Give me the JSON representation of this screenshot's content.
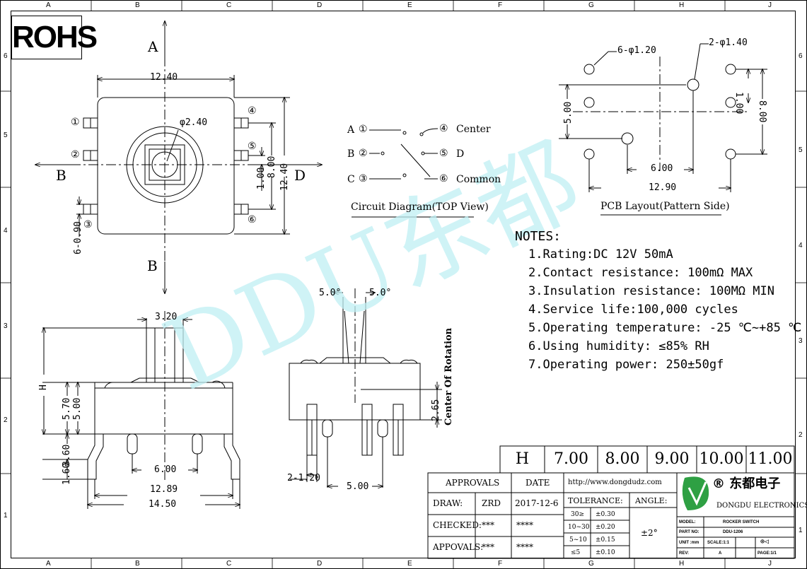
{
  "rohs": "ROHS",
  "border": {
    "cols": [
      "A",
      "B",
      "C",
      "D",
      "E",
      "F",
      "G",
      "H",
      "J"
    ],
    "rows": [
      "6",
      "5",
      "4",
      "3",
      "2",
      "1"
    ]
  },
  "watermark": "DDU东都",
  "view_top": {
    "arrow_a": "A",
    "arrow_b_bottom": "B",
    "arrow_b_left": "B",
    "arrow_d": "D",
    "dim_width": "12.40",
    "dim_height": "12.40",
    "dim_800": "8.00",
    "dim_100": "1.00",
    "dim_hole": "φ2.40",
    "dim_pins": "6-0.90",
    "pins": [
      "①",
      "②",
      "③",
      "④",
      "⑤",
      "⑥"
    ]
  },
  "circuit": {
    "title": "Circuit Diagram(TOP View)",
    "left_labels": [
      "A",
      "B",
      "C"
    ],
    "left_nums": [
      "①",
      "②",
      "③"
    ],
    "right_nums": [
      "④",
      "⑤",
      "⑥"
    ],
    "right_labels": [
      "Center",
      "D",
      "Common"
    ]
  },
  "pcb": {
    "title": "PCB Layout(Pattern Side)",
    "dim_holes6": "6-φ1.20",
    "dim_holes2": "2-φ1.40",
    "dim_500": "5.00",
    "dim_100": "1.00",
    "dim_800": "8.00",
    "dim_600": "6.00",
    "dim_1290": "12.90"
  },
  "notes": {
    "title": "NOTES:",
    "items": [
      "1.Rating:DC 12V 50mA",
      "2.Contact resistance: 100mΩ MAX",
      "3.Insulation resistance: 100MΩ MIN",
      "4.Service life:100,000 cycles",
      "5.Operating temperature: -25 ℃~+85 ℃",
      "6.Using humidity: ≤85% RH",
      "7.Operating power: 250±50gf"
    ]
  },
  "view_front": {
    "dim_320": "3.20",
    "dim_h": "H",
    "dim_570": "5.70",
    "dim_500": "5.00",
    "dim_360": "3.60",
    "dim_160": "1.60",
    "dim_600": "6.00",
    "dim_1289": "12.89",
    "dim_1450": "14.50"
  },
  "view_side": {
    "angle_left": "5.0°",
    "angle_right": "5.0°",
    "center_rotation": "Center Of Rotation",
    "dim_265": "2.65",
    "dim_pins": "2-1.20",
    "dim_500": "5.00"
  },
  "h_table": {
    "label": "H",
    "values": [
      "7.00",
      "8.00",
      "9.00",
      "10.00",
      "11.00"
    ]
  },
  "title_block": {
    "approvals_header": "APPROVALS",
    "date_header": "DATE",
    "draw_label": "DRAW:",
    "draw_name": "ZRD",
    "draw_date": "2017-12-6",
    "checked_label": "CHECKED:",
    "checked_name": "***",
    "checked_date": "****",
    "appvals_label": "APPOVALS:",
    "appvals_name": "***",
    "appvals_date": "****",
    "website": "http://www.dongdudz.com",
    "tolerance_header": "TOLERANCE:",
    "angle_header": "ANGLE:",
    "angle_value": "±2°",
    "tol_ranges": [
      "30≥",
      "10~30",
      "5~10",
      "≤5"
    ],
    "tol_values": [
      "±0.30",
      "±0.20",
      "±0.15",
      "±0.10"
    ],
    "company_cn": "® 东都电子",
    "company_en": "DONGDU ELECTRONICS",
    "model_label": "MODEL:",
    "model_value": "ROCKER SWITCH",
    "partno_label": "PART NO:",
    "partno_value": "DDU-1206",
    "unit_label": "UNIT :mm",
    "scale_label": "SCALE:1:1",
    "rev_label": "REV:",
    "rev_value": "A",
    "page_label": "PAGE:1/1"
  }
}
